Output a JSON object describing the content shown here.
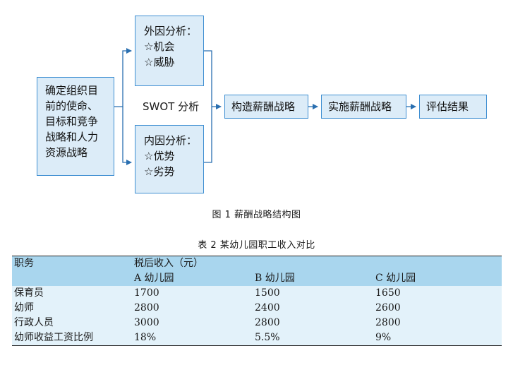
{
  "diagram": {
    "mission_box": [
      "确定组织目",
      "前的使命、",
      "目标和竞争",
      "战略和人力",
      "资源战略"
    ],
    "external_box": [
      "外因分析：",
      "☆机会",
      "☆威胁"
    ],
    "internal_box": [
      "内因分析：",
      "☆优势",
      "☆劣势"
    ],
    "swot_label": "SWOT 分析",
    "construct": "构造薪酬战略",
    "implement": "实施薪酬战略",
    "evaluate": "评估结果"
  },
  "figure_caption": "图 1  薪酬战略结构图",
  "table_caption": "表 2  某幼儿园职工收入对比",
  "table": {
    "col_job": "职务",
    "col_income": "税后收入（元）",
    "subheaders": [
      "A 幼儿园",
      "B 幼儿园",
      "C 幼儿园"
    ],
    "rows": [
      [
        "保育员",
        "1700",
        "1500",
        "1650"
      ],
      [
        "幼师",
        "2800",
        "2400",
        "2600"
      ],
      [
        "行政人员",
        "3000",
        "2800",
        "2800"
      ],
      [
        "幼师收益工资比例",
        "18%",
        "5.5%",
        "9%"
      ]
    ]
  }
}
